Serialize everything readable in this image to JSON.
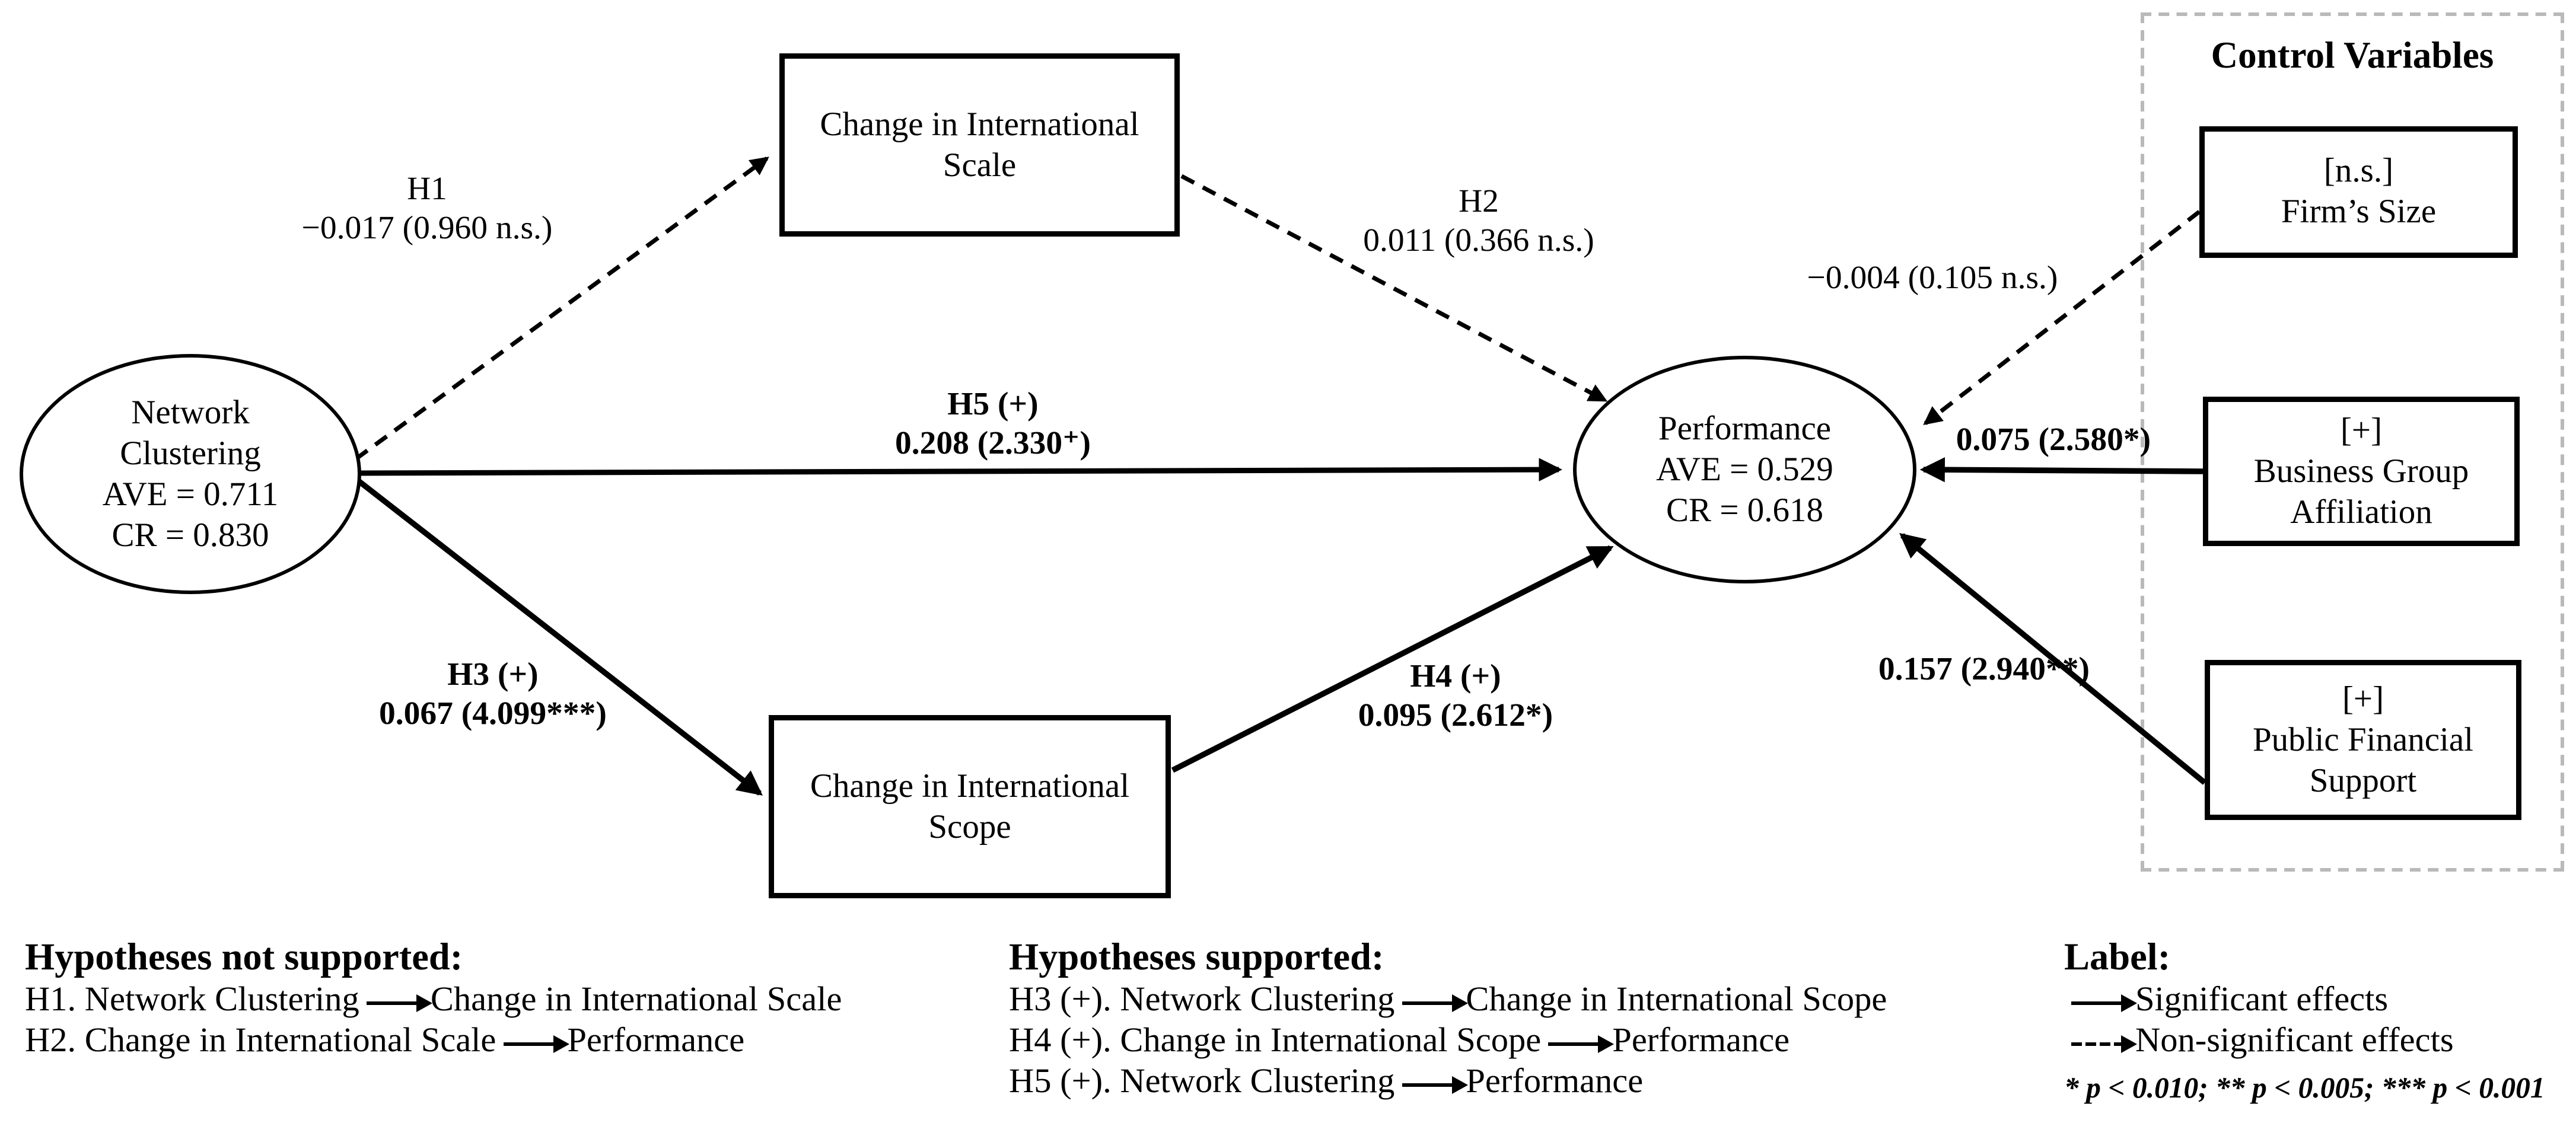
{
  "nodes": {
    "network_clustering": {
      "l1": "Network",
      "l2": "Clustering",
      "l3": "AVE = 0.711",
      "l4": "CR = 0.830"
    },
    "scale": {
      "l1": "Change in International",
      "l2": "Scale"
    },
    "scope": {
      "l1": "Change in International",
      "l2": "Scope"
    },
    "performance": {
      "l1": "Performance",
      "l2": "AVE = 0.529",
      "l3": "CR = 0.618"
    }
  },
  "control_panel": {
    "title": "Control Variables",
    "boxes": [
      {
        "sign": "[n.s.]",
        "label": "Firm’s Size"
      },
      {
        "sign": "[+]",
        "label": "Business Group Affiliation"
      },
      {
        "sign": "[+]",
        "label": "Public Financial Support"
      }
    ]
  },
  "edges": {
    "h1": {
      "id": "H1",
      "value": "−0.017 (0.960 n.s.)"
    },
    "h2": {
      "id": "H2",
      "value": "0.011 (0.366 n.s.)"
    },
    "h3": {
      "id": "H3 (+)",
      "value": "0.067 (4.099***)"
    },
    "h4": {
      "id": "H4 (+)",
      "value": "0.095 (2.612*)"
    },
    "h5": {
      "id": "H5 (+)",
      "value": "0.208 (2.330⁺)"
    },
    "firm_size": {
      "value": "−0.004 (0.105 n.s.)"
    },
    "business": {
      "value": "0.075 (2.580*)"
    },
    "public": {
      "value": "0.157 (2.940**)"
    }
  },
  "legend": {
    "not_supported": {
      "title": "Hypotheses not supported:",
      "items": [
        {
          "pre": "H1. Network Clustering",
          "post": "Change in International Scale"
        },
        {
          "pre": "H2. Change in International Scale",
          "post": "Performance"
        }
      ]
    },
    "supported": {
      "title": "Hypotheses supported:",
      "items": [
        {
          "pre": "H3 (+). Network Clustering",
          "post": "Change in International Scope"
        },
        {
          "pre": "H4 (+). Change in International Scope",
          "post": "Performance"
        },
        {
          "pre": "H5 (+). Network Clustering",
          "post": "Performance"
        }
      ]
    },
    "label_legend": {
      "title": "Label:",
      "significant": "Significant effects",
      "non_significant": "Non-significant effects",
      "note": "* p < 0.010; ** p < 0.005; *** p < 0.001"
    }
  }
}
